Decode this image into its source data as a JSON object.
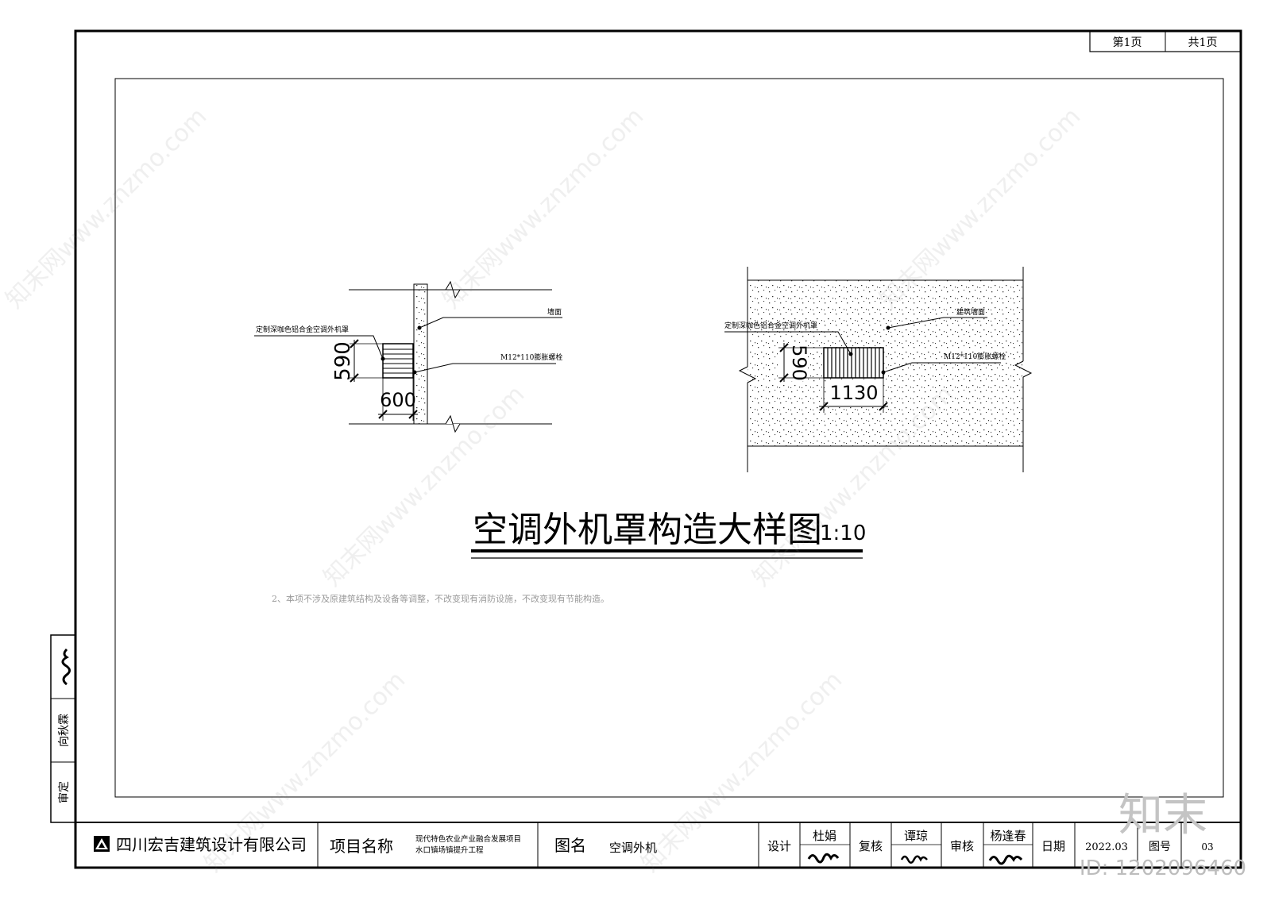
{
  "page_counter": {
    "current": "第1页",
    "total": "共1页"
  },
  "left_strip": {
    "top_label": "审定",
    "name": "向秋霖"
  },
  "drawing": {
    "title": "空调外机罩构造大样图",
    "scale": "1:10",
    "note": "2、本项不涉及原建筑结构及设备等调整，不改变现有消防设施，不改变现有节能构造。",
    "section": {
      "label_cover": "定制深咖色铝合金空调外机罩",
      "label_wall": "墙面",
      "label_bolt": "M12*110膨胀螺栓",
      "dim_height": "590",
      "dim_width": "600"
    },
    "elevation": {
      "label_cover": "定制深咖色铝合金空调外机罩",
      "label_wall": "建筑墙面",
      "label_bolt": "M12*110膨胀螺栓",
      "dim_height": "590",
      "dim_width": "1130"
    }
  },
  "title_block": {
    "company": "四川宏吉建筑设计有限公司",
    "project_label": "项目名称",
    "project_line1": "现代特色农业产业融合发展项目",
    "project_line2": "水口镇场镇提升工程",
    "drawing_name_label": "图名",
    "drawing_name": "空调外机",
    "design_label": "设计",
    "designer": "杜娟",
    "check_label": "复核",
    "checker": "谭琼",
    "review_label": "审核",
    "reviewer": "杨逢春",
    "date_label": "日期",
    "date": "2022.03",
    "sheet_label": "图号",
    "sheet_no": "03"
  },
  "watermark": {
    "brand": "知末",
    "id": "ID: 1202096460",
    "site": "知末网www.znzmo.com"
  }
}
